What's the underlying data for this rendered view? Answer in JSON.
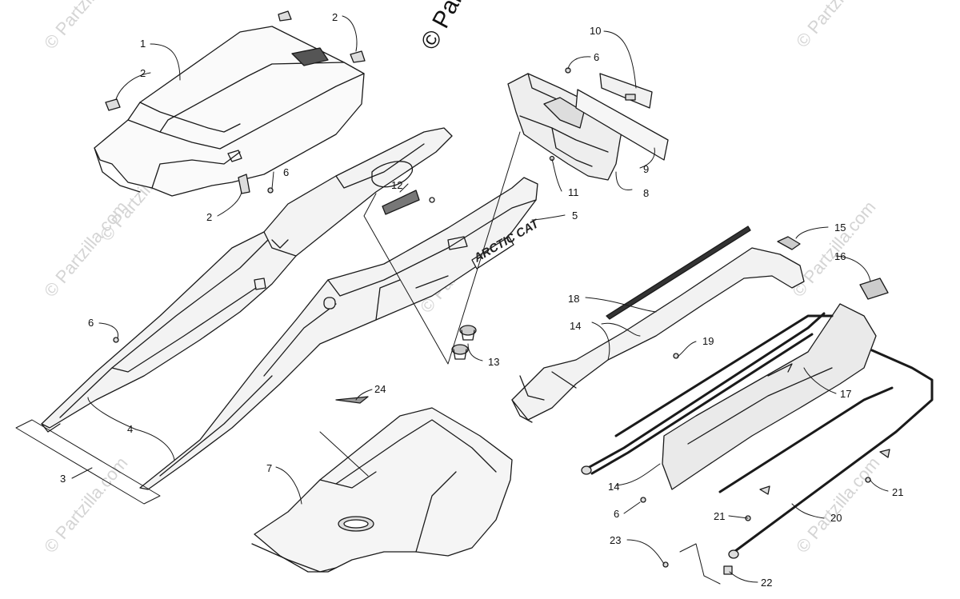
{
  "watermark": {
    "top": "© Partzilla",
    "repeat": "© Partzilla.com"
  },
  "decal_text": "ARCTIC CAT",
  "callouts": [
    {
      "id": "c1",
      "text": "1"
    },
    {
      "id": "c2a",
      "text": "2"
    },
    {
      "id": "c2b",
      "text": "2"
    },
    {
      "id": "c2c",
      "text": "2"
    },
    {
      "id": "c3",
      "text": "3"
    },
    {
      "id": "c4",
      "text": "4"
    },
    {
      "id": "c5",
      "text": "5"
    },
    {
      "id": "c6a",
      "text": "6"
    },
    {
      "id": "c6b",
      "text": "6"
    },
    {
      "id": "c6c",
      "text": "6"
    },
    {
      "id": "c6d",
      "text": "6"
    },
    {
      "id": "c7",
      "text": "7"
    },
    {
      "id": "c8",
      "text": "8"
    },
    {
      "id": "c9",
      "text": "9"
    },
    {
      "id": "c10",
      "text": "10"
    },
    {
      "id": "c11",
      "text": "11"
    },
    {
      "id": "c12",
      "text": "12"
    },
    {
      "id": "c13",
      "text": "13"
    },
    {
      "id": "c14a",
      "text": "14"
    },
    {
      "id": "c14b",
      "text": "14"
    },
    {
      "id": "c15",
      "text": "15"
    },
    {
      "id": "c16",
      "text": "16"
    },
    {
      "id": "c17",
      "text": "17"
    },
    {
      "id": "c18",
      "text": "18"
    },
    {
      "id": "c19",
      "text": "19"
    },
    {
      "id": "c20",
      "text": "20"
    },
    {
      "id": "c21a",
      "text": "21"
    },
    {
      "id": "c21b",
      "text": "21"
    },
    {
      "id": "c22",
      "text": "22"
    },
    {
      "id": "c23",
      "text": "23"
    },
    {
      "id": "c24",
      "text": "24"
    }
  ]
}
